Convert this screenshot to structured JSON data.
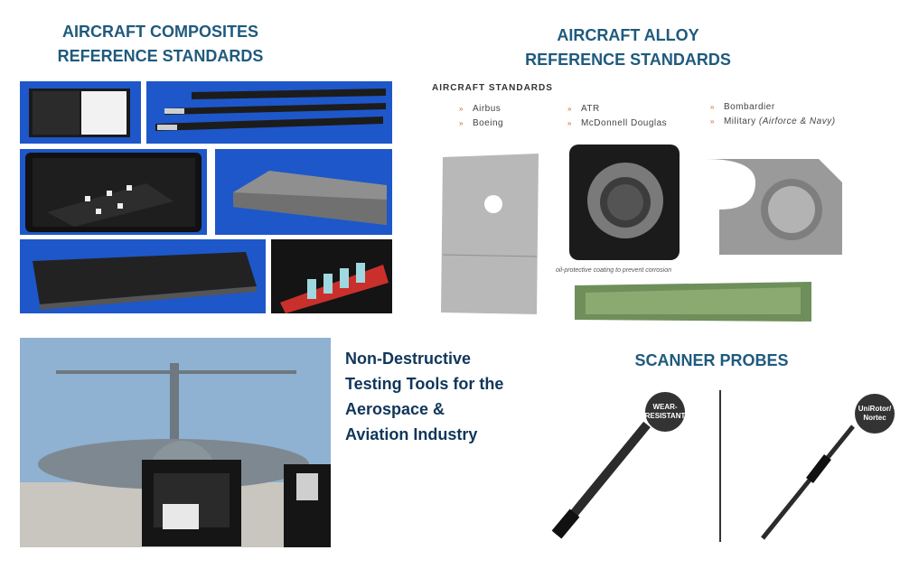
{
  "composites_heading": {
    "line1": "AIRCRAFT COMPOSITES",
    "line2": "REFERENCE STANDARDS"
  },
  "alloy_heading": {
    "line1": "AIRCRAFT ALLOY",
    "line2": "REFERENCE STANDARDS"
  },
  "aircraft_standards": {
    "title": "AIRCRAFT STANDARDS",
    "items": [
      "Airbus",
      "Boeing",
      "ATR",
      "McDonnell Douglas",
      "Bombardier",
      "Military"
    ],
    "military_qualifier": "(Airforce & Navy)",
    "bullet": "»"
  },
  "coating_note": "oil-protective coating to prevent corrosion",
  "ndt_text": {
    "line1": "Non-Destructive",
    "line2": "Testing Tools for the",
    "line3": "Aerospace &",
    "line4": "Aviation Industry"
  },
  "scanner_heading": "SCANNER PROBES",
  "probe_badges": [
    {
      "line1": "WEAR-",
      "line2": "RESISTANT"
    },
    {
      "line1": "UniRotor/",
      "line2": "Nortec"
    }
  ],
  "colors": {
    "heading": "#1f5a7d",
    "photo_bg": "#1e57c9",
    "bullet": "#e05a3a"
  }
}
